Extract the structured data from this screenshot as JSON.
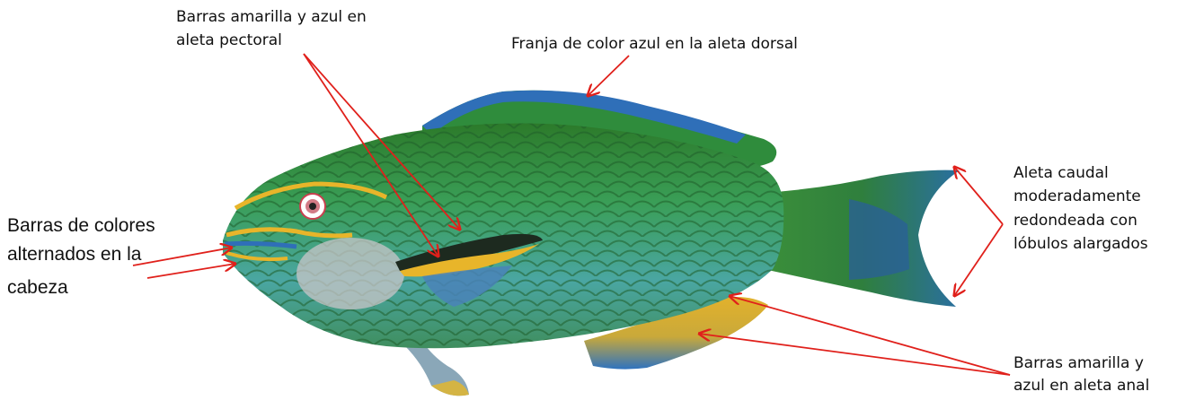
{
  "labels": {
    "pectoral": [
      "Barras amarilla y azul en",
      "aleta pectoral"
    ],
    "dorsal": [
      "Franja de color azul en la aleta dorsal"
    ],
    "head": [
      "Barras de colores",
      "alternados en la",
      "cabeza"
    ],
    "caudal": [
      "Aleta caudal",
      "moderadamente",
      "redondeada con",
      "lóbulos alargados"
    ],
    "anal": [
      "Barras amarilla y",
      "azul en aleta anal"
    ]
  },
  "colors": {
    "arrow": "#e0201b",
    "body_green": "#2f8a3a",
    "body_teal": "#3a9a8e",
    "fin_blue": "#2f6fb8",
    "stripe_yellow": "#e8b52a"
  }
}
